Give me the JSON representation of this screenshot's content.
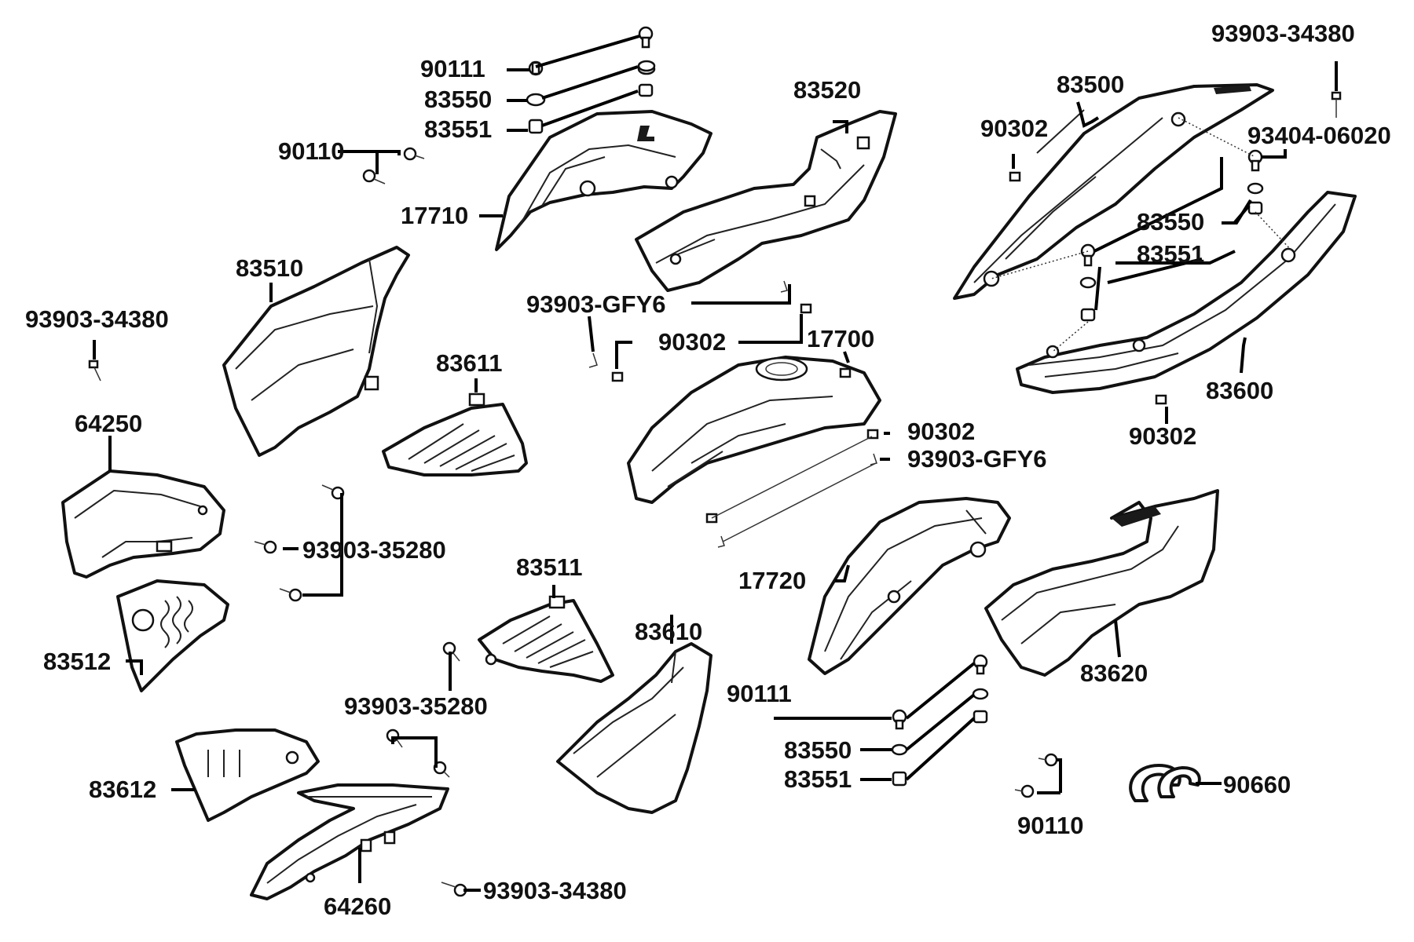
{
  "diagram": {
    "labels": {
      "l90111_top": "90111",
      "l83550_top": "83550",
      "l83551_top": "83551",
      "l90110_top": "90110",
      "l17710": "17710",
      "l83520": "83520",
      "l83500": "83500",
      "l90302_topright": "90302",
      "l93903_34380_topright": "93903-34380",
      "l93404_06020": "93404-06020",
      "l83550_right": "83550",
      "l83551_right": "83551",
      "l83600": "83600",
      "l90302_right": "90302",
      "l83510": "83510",
      "l93903_34380_left": "93903-34380",
      "l83611": "83611",
      "l93903_gfy6_top": "93903-GFY6",
      "l90302_mid": "90302",
      "l17700": "17700",
      "l90302_midright": "90302",
      "l93903_gfy6_mid": "93903-GFY6",
      "l64250": "64250",
      "l93903_35280_left": "93903-35280",
      "l83511": "83511",
      "l17720": "17720",
      "l83620": "83620",
      "l83512": "83512",
      "l83610": "83610",
      "l93903_35280_bottom": "93903-35280",
      "l90111_bottom": "90111",
      "l83550_bottom": "83550",
      "l83551_bottom": "83551",
      "l83612": "83612",
      "l90110_bottom": "90110",
      "l90660": "90660",
      "l64260": "64260",
      "l93903_34380_bottom": "93903-34380"
    }
  }
}
